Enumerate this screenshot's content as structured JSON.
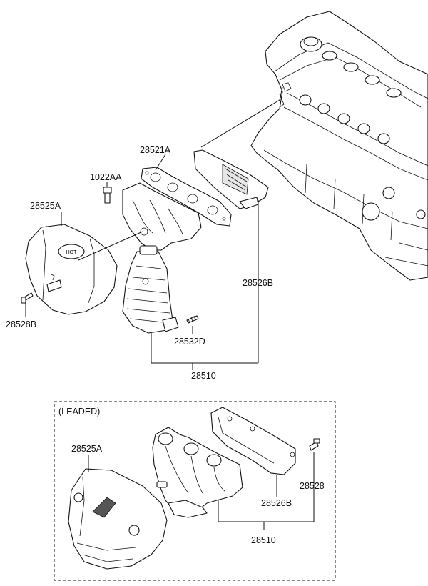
{
  "labels": {
    "l_28521A": "28521A",
    "l_1022AA": "1022AA",
    "l_28525A_top": "28525A",
    "l_28528B": "28528B",
    "l_28526B_top": "28526B",
    "l_28532D": "28532D",
    "l_28510_top": "28510",
    "leaded_title": "(LEADED)",
    "l_28525A_bottom": "28525A",
    "l_28528": "28528",
    "l_28526B_bottom": "28526B",
    "l_28510_bottom": "28510"
  },
  "heat_shield_badge": "HOT"
}
